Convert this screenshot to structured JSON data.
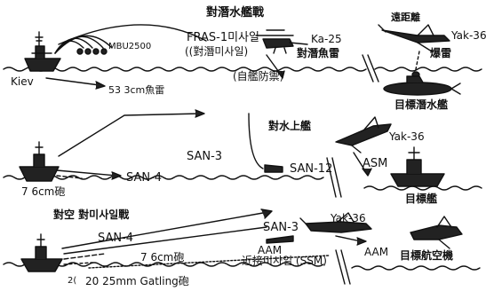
{
  "sections": {
    "anti_submarine": {
      "title": "對潛水艦戰",
      "mbu_label": "MBU2500",
      "fras_label": "FRAS-1미사일",
      "fras_sub": "((對潛미사일)",
      "ka25_label": "Ka-25",
      "torpedo_top": "對潛魚雷",
      "kiev_label": "Kiev",
      "torpedo_label": "53 3cm魚雷",
      "self_defense": "(自艦防禦)",
      "long_range": "遠距離",
      "yak_label": "Yak-36",
      "bomb_label": "爆雷",
      "target_sub": "目標潛水艦"
    },
    "anti_surface": {
      "title": "對水上艦",
      "san3": "SAN-3",
      "san4": "SAN-4",
      "san12": "SAN-12",
      "asm": "ASM",
      "yak_label": "Yak-36",
      "gun_label": "7 6cm砲",
      "target_ship": "目標艦"
    },
    "anti_air": {
      "title": "對空  對미사일戰",
      "san4": "SAN-4",
      "san3": "SAN-3",
      "yak_label": "Yak-36",
      "aam_left": "AAM",
      "aam_right": "AAM",
      "gun_label": "7 6cm砲",
      "ssm_label": "近接미사일 (SSM)",
      "gatling_prefix": "2(",
      "gatling_label": "20 25mm Gatling砲",
      "target_aircraft": "目標航空機"
    }
  }
}
